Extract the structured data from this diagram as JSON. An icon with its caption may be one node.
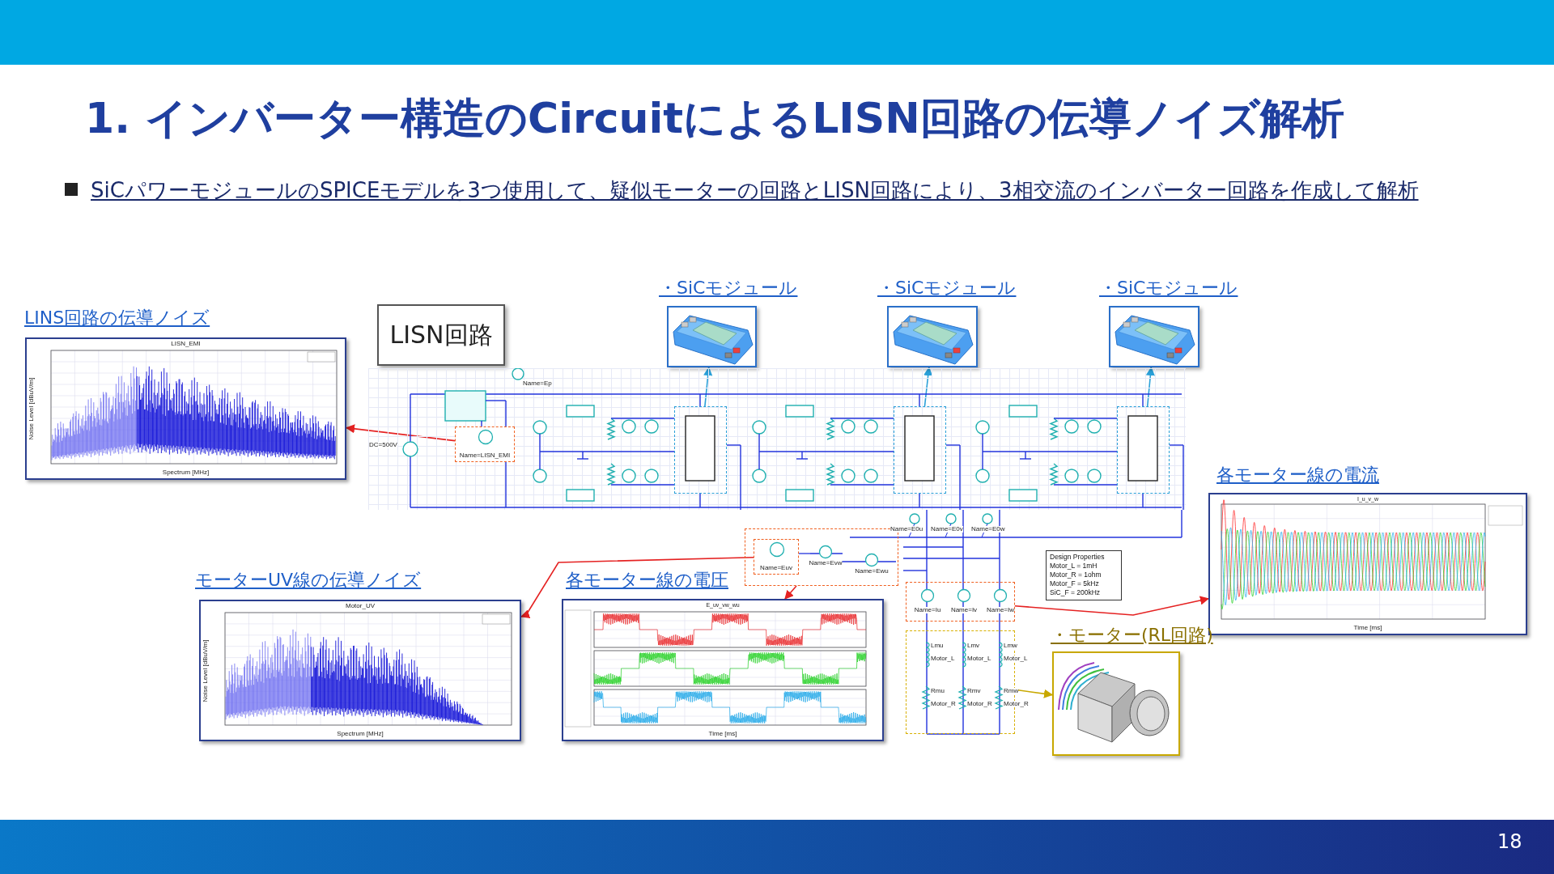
{
  "diagram": {
    "title": "1. インバーター構造のCircuitによるLISN回路の伝導ノイズ解析",
    "nodes": [
      {
        "text": [
          "LINS回路の伝導ノイズ",
          "LISN_EMI",
          "Spectrum [MHz]",
          "Noise Level [dBuV/m]"
        ]
      },
      {
        "text": [
          "LISN回路"
        ]
      },
      {
        "text": [
          "・SiCモジュール"
        ]
      },
      {
        "text": [
          "・SiCモジュール"
        ]
      },
      {
        "text": [
          "・SiCモジュール"
        ]
      },
      {
        "text": [],
        "shape": "picture"
      },
      {
        "text": [
          "Name=LISN_EMI"
        ],
        "in": 5
      },
      {
        "text": [],
        "shape": "box",
        "in": 5
      },
      {
        "text": [],
        "shape": "box",
        "in": 5
      },
      {
        "text": [],
        "shape": "box",
        "in": 5
      },
      {
        "text": [
          "Name=Evw",
          "Name=Ewu"
        ]
      },
      {
        "text": [
          "Name=Euv"
        ],
        "in": 10
      },
      {
        "text": [
          "Name=Iu",
          "Name=Iv",
          "Name=Iw"
        ]
      },
      {
        "text": [
          "Lmu",
          "Motor_L",
          "Lmv",
          "Motor_L",
          "Lmw",
          "Motor_L",
          "Rmu",
          "Motor_R",
          "Rmv",
          "Motor_R",
          "Rmw",
          "Motor_R"
        ]
      },
      {
        "text": [
          "Design Properties",
          "Motor_L = 1mH",
          "Motor_R = 1ohm",
          "Motor_F = 5kHz",
          "SiC_F = 200kHz"
        ]
      },
      {
        "text": [
          "モーターUV線の伝導ノイズ",
          "Motor_UV",
          "Spectrum [MHz]",
          "Noise Level [dBuV/m]"
        ]
      },
      {
        "text": [
          "各モーター線の電圧",
          "E_uv_vw_wu",
          "Time [ms]"
        ]
      },
      {
        "text": [
          "各モーター線の電流",
          "I_u_v_w",
          "Time [ms]"
        ]
      },
      {
        "text": [
          "・モーター(RL回路)"
        ]
      }
    ],
    "edges": [
      {
        "from": 6,
        "to": 0,
        "arrow": "to"
      },
      {
        "from": 11,
        "to": 15,
        "arrow": "to"
      },
      {
        "from": 10,
        "to": 16,
        "arrow": "to"
      },
      {
        "from": 12,
        "to": 17,
        "arrow": "to"
      },
      {
        "from": 13,
        "to": 18,
        "arrow": "to",
        "color": "#c8a800"
      },
      {
        "from": 7,
        "to": 2,
        "arrow": "to",
        "color": "#2aa0d8"
      },
      {
        "from": 8,
        "to": 3,
        "arrow": "to",
        "color": "#2aa0d8"
      },
      {
        "from": 9,
        "to": 4,
        "arrow": "to",
        "color": "#2aa0d8"
      }
    ],
    "labels": [
      "SiCパワーモジュールのSPICEモデルを3つ使用して、疑似モーターの回路とLISN回路により、3相交流のインバーター回路を作成して解析",
      "Name=Ep",
      "DC=500V",
      "Name=E0u",
      "Name=E0v",
      "Name=E0w",
      "18"
    ]
  }
}
